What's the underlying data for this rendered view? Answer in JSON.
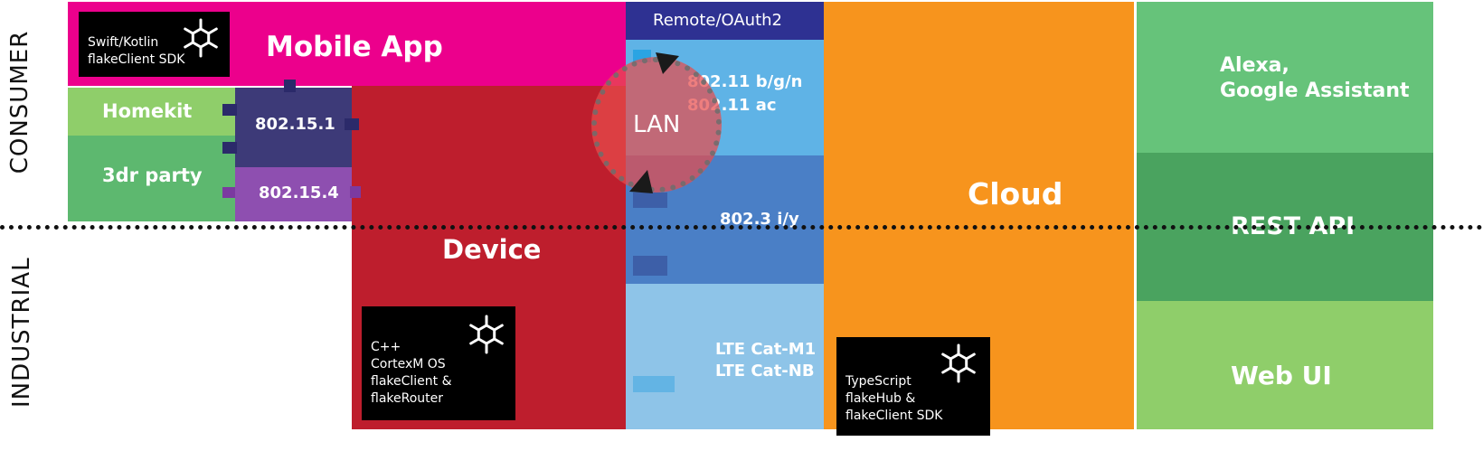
{
  "axis": {
    "consumer": "CONSUMER",
    "industrial": "INDUSTRIAL"
  },
  "mobile_app": {
    "title": "Mobile App",
    "sdk_lines": [
      "Swift/Kotlin",
      "flakeClient SDK"
    ]
  },
  "remote": {
    "label": "Remote/OAuth2"
  },
  "homekit": {
    "label": "Homekit"
  },
  "third_party": {
    "label": "3dr party"
  },
  "zigbee": {
    "label": "802.15.1"
  },
  "thread": {
    "label": "802.15.4"
  },
  "device": {
    "title": "Device",
    "sdk_lines": [
      "C++",
      "CortexM OS",
      "flakeClient &",
      "flakeRouter"
    ]
  },
  "lan": {
    "label": "LAN"
  },
  "wifi": {
    "lines": [
      "802.11 b/g/n",
      "802.11 ac"
    ]
  },
  "ethernet": {
    "label": "802.3 i/y"
  },
  "lte": {
    "lines": [
      "LTE Cat-M1",
      "LTE Cat-NB"
    ]
  },
  "cloud": {
    "title": "Cloud",
    "sdk_lines": [
      "TypeScript",
      "flakeHub &",
      "flakeClient SDK"
    ]
  },
  "assistants": {
    "lines": [
      "Alexa,",
      "Google Assistant"
    ]
  },
  "rest_api": {
    "label": "REST API"
  },
  "web_ui": {
    "label": "Web UI"
  },
  "colors": {
    "mobile": "#ec008c",
    "device": "#be1e2d",
    "cloud": "#f7941d",
    "remote": "#2e3192",
    "wifi": "#5fb3e6",
    "ethernet": "#4a7fc6",
    "lte": "#8ec4e8",
    "green_light": "#8fce6a",
    "green_mid": "#5db86f",
    "green_dark": "#4aa35f",
    "purple_dark": "#3d3a78",
    "purple_light": "#8e4fb0"
  },
  "icons": {
    "snowflake": "snowflake-icon"
  }
}
